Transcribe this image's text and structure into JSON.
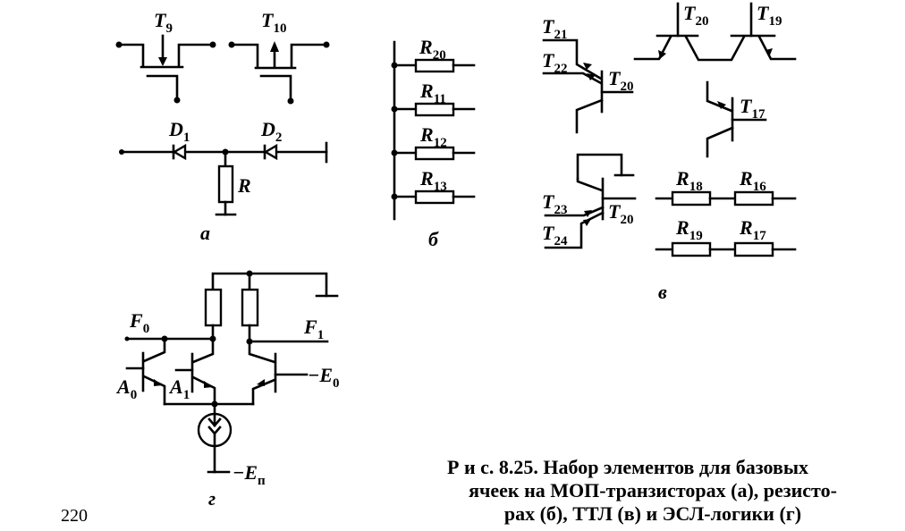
{
  "figure": {
    "panel_a": {
      "label": "а",
      "transistors": [
        {
          "name": "T",
          "sub": "9"
        },
        {
          "name": "T",
          "sub": "10"
        }
      ],
      "diodes": [
        {
          "name": "D",
          "sub": "1"
        },
        {
          "name": "D",
          "sub": "2"
        }
      ],
      "resistor": {
        "name": "R"
      }
    },
    "panel_b": {
      "label": "б",
      "resistors": [
        {
          "name": "R",
          "sub": "20"
        },
        {
          "name": "R",
          "sub": "11"
        },
        {
          "name": "R",
          "sub": "12"
        },
        {
          "name": "R",
          "sub": "13"
        }
      ]
    },
    "panel_v": {
      "label": "в",
      "labels": {
        "t21": {
          "name": "T",
          "sub": "21"
        },
        "t22": {
          "name": "T",
          "sub": "22"
        },
        "t20a": {
          "name": "T",
          "sub": "20"
        },
        "t20b": {
          "name": "T",
          "sub": "20"
        },
        "t19": {
          "name": "T",
          "sub": "19"
        },
        "t17": {
          "name": "T",
          "sub": "17"
        },
        "t23": {
          "name": "T",
          "sub": "23"
        },
        "t24": {
          "name": "T",
          "sub": "24"
        },
        "t20c": {
          "name": "T",
          "sub": "20"
        }
      },
      "resistors": [
        {
          "name": "R",
          "sub": "18"
        },
        {
          "name": "R",
          "sub": "16"
        },
        {
          "name": "R",
          "sub": "19"
        },
        {
          "name": "R",
          "sub": "17"
        }
      ]
    },
    "panel_g": {
      "label": "г",
      "outputs": [
        {
          "name": "F",
          "sub": "0"
        },
        {
          "name": "F",
          "sub": "1"
        }
      ],
      "inputs": [
        {
          "name": "A",
          "sub": "0"
        },
        {
          "name": "A",
          "sub": "1"
        }
      ],
      "reference": {
        "name": "−E",
        "sub": "0"
      },
      "supply": {
        "name": "−E",
        "sub": "п"
      }
    }
  },
  "caption": {
    "line1": "Р и с.  8.25. Набор элементов для базовых",
    "line2": "ячеек на МОП-транзисторах (а), резисто-",
    "line3": "рах (б), ТТЛ (в) и ЭСЛ-логики (г)"
  },
  "page_number": "220"
}
